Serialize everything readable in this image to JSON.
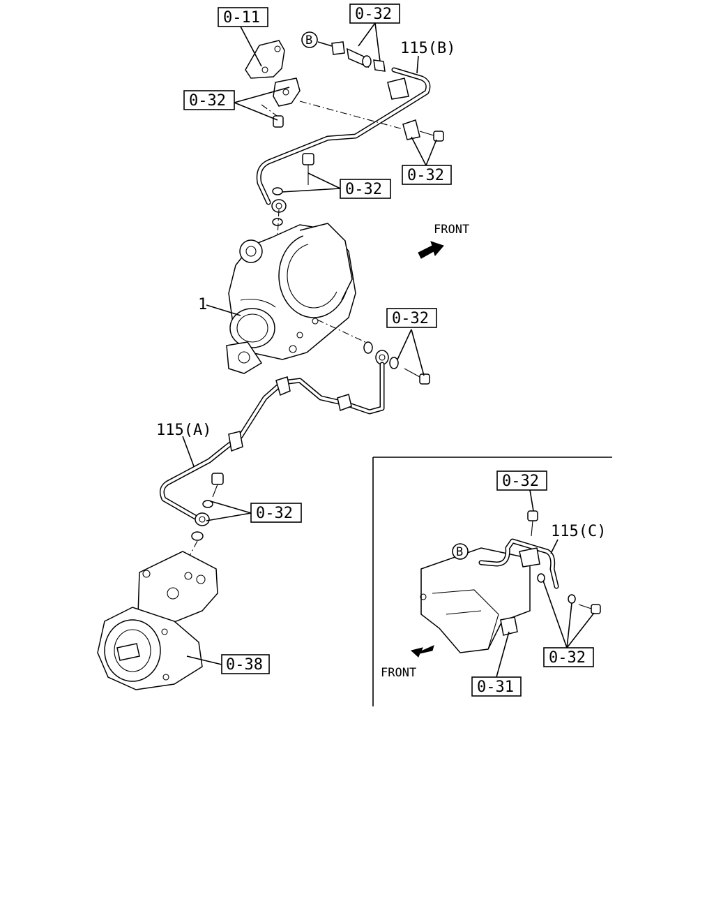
{
  "labels": {
    "ref_0_11": "0-11",
    "ref_0_32": "0-32",
    "ref_0_38": "0-38",
    "ref_0_31": "0-31",
    "pipe_115_b": "115(B)",
    "pipe_115_a": "115(A)",
    "pipe_115_c": "115(C)",
    "item_1": "1",
    "marker_b": "B",
    "front": "FRONT"
  }
}
